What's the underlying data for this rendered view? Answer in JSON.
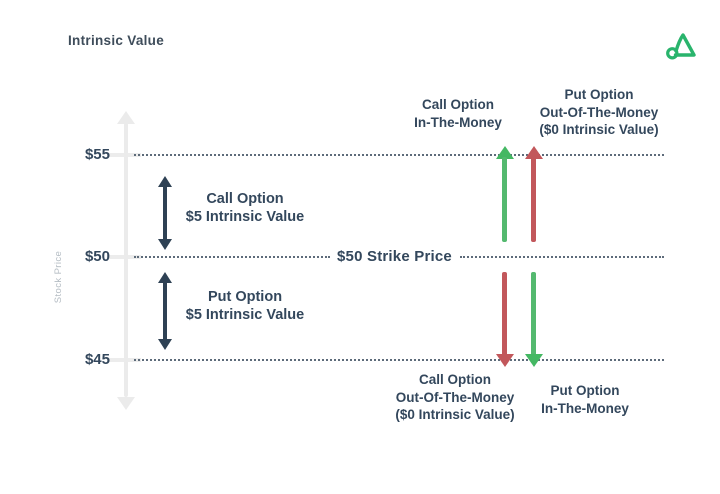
{
  "page": {
    "title": "Intrinsic Value"
  },
  "brand": {
    "logo_name": "option-alpha-logo",
    "color": "#29b46c"
  },
  "axis": {
    "label": "Stock Price"
  },
  "price_levels": [
    {
      "label": "$55",
      "value": 55
    },
    {
      "label": "$50",
      "value": 50
    },
    {
      "label": "$45",
      "value": 45
    }
  ],
  "strike": {
    "label": "$50 Strike Price",
    "value": 50
  },
  "annotations": {
    "call_intrinsic": {
      "lines": [
        "Call Option",
        "$5 Intrinsic Value"
      ]
    },
    "put_intrinsic": {
      "lines": [
        "Put Option",
        "$5 Intrinsic Value"
      ]
    },
    "call_itm": {
      "lines": [
        "Call Option",
        "In-The-Money"
      ]
    },
    "put_otm": {
      "lines": [
        "Put Option",
        "Out-Of-The-Money",
        "($0 Intrinsic Value)"
      ]
    },
    "call_otm": {
      "lines": [
        "Call Option",
        "Out-Of-The-Money",
        "($0 Intrinsic Value)"
      ]
    },
    "put_itm": {
      "lines": [
        "Put Option",
        "In-The-Money"
      ]
    }
  },
  "arrows": {
    "above_strike": [
      {
        "color": "#44b863",
        "direction": "up",
        "meaning": "call moves in-the-money"
      },
      {
        "color": "#c2575b",
        "direction": "up",
        "meaning": "put moves out-of-the-money"
      }
    ],
    "below_strike": [
      {
        "color": "#c2575b",
        "direction": "down",
        "meaning": "call moves out-of-the-money"
      },
      {
        "color": "#44b863",
        "direction": "down",
        "meaning": "put moves in-the-money"
      }
    ],
    "intrinsic_navy": "#2e4154"
  },
  "colors": {
    "navy_text": "#33475c",
    "green": "#44b863",
    "red": "#c2575b",
    "axis_gray": "#ebebeb"
  }
}
